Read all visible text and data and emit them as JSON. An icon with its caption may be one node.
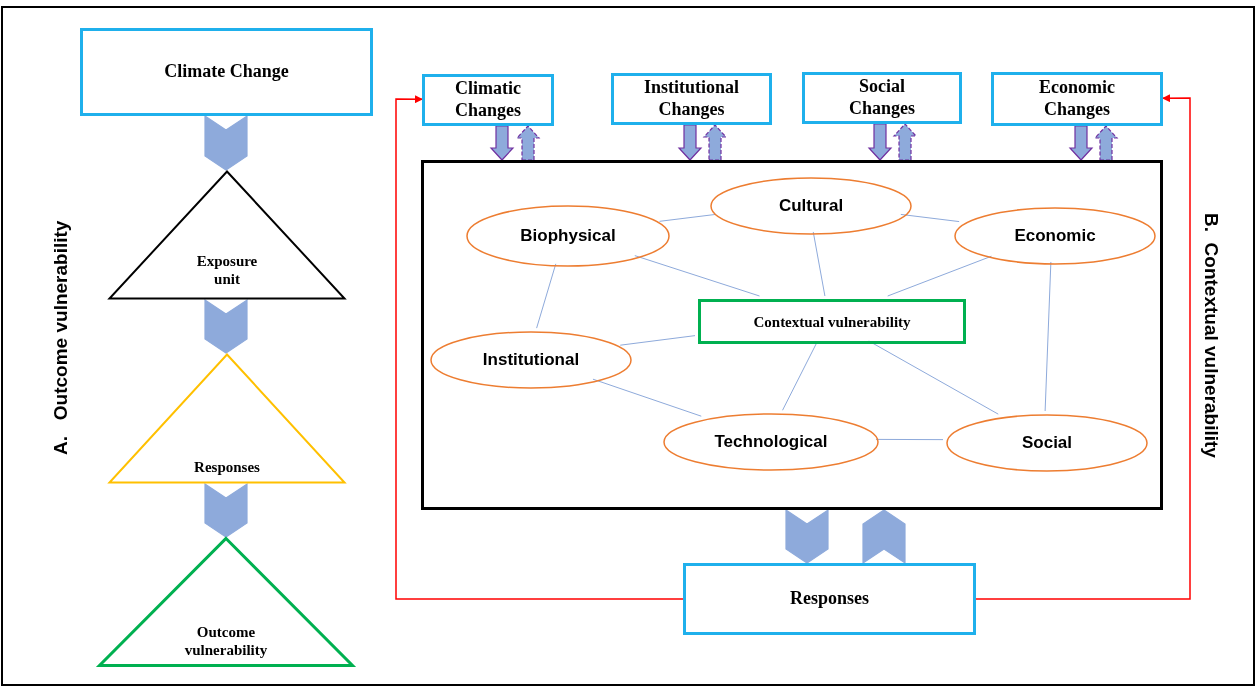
{
  "diagram": {
    "nodes": [
      {
        "text": [
          "Climate Change"
        ]
      },
      {
        "text": [
          "Exposure unit"
        ]
      },
      {
        "text": [
          "Responses"
        ]
      },
      {
        "text": [
          "Outcome vulnerability"
        ]
      },
      {
        "text": [
          "Climatic Changes"
        ]
      },
      {
        "text": [
          "Institutional Changes"
        ]
      },
      {
        "text": [
          "Social Changes"
        ]
      },
      {
        "text": [
          "Economic Changes"
        ]
      },
      {
        "text": [],
        "shape": "box"
      },
      {
        "text": [
          "Biophysical"
        ],
        "in": 8
      },
      {
        "text": [
          "Cultural"
        ],
        "in": 8
      },
      {
        "text": [
          "Economic"
        ],
        "in": 8
      },
      {
        "text": [
          "Contextual vulnerability"
        ],
        "in": 8
      },
      {
        "text": [
          "Institutional"
        ],
        "in": 8
      },
      {
        "text": [
          "Technological"
        ],
        "in": 8
      },
      {
        "text": [
          "Social"
        ],
        "in": 8
      },
      {
        "text": [
          "Responses"
        ]
      }
    ],
    "edges": [
      {
        "from": 0,
        "to": 1,
        "arrow": "to",
        "style": "thick"
      },
      {
        "from": 1,
        "to": 2,
        "arrow": "to",
        "style": "thick"
      },
      {
        "from": 2,
        "to": 3,
        "arrow": "to",
        "style": "thick"
      },
      {
        "from": 4,
        "to": 8,
        "arrow": "to",
        "style": "thick",
        "color": "#7030a0"
      },
      {
        "from": 8,
        "to": 4,
        "arrow": "to",
        "style": "dashed",
        "color": "#7030a0"
      },
      {
        "from": 5,
        "to": 8,
        "arrow": "to",
        "style": "thick",
        "color": "#7030a0"
      },
      {
        "from": 8,
        "to": 5,
        "arrow": "to",
        "style": "dashed",
        "color": "#7030a0"
      },
      {
        "from": 6,
        "to": 8,
        "arrow": "to",
        "style": "thick",
        "color": "#7030a0"
      },
      {
        "from": 8,
        "to": 6,
        "arrow": "to",
        "style": "dashed",
        "color": "#7030a0"
      },
      {
        "from": 7,
        "to": 8,
        "arrow": "to",
        "style": "thick",
        "color": "#7030a0"
      },
      {
        "from": 8,
        "to": 7,
        "arrow": "to",
        "style": "dashed",
        "color": "#7030a0"
      },
      {
        "from": 9,
        "to": 10,
        "arrow": "none"
      },
      {
        "from": 10,
        "to": 11,
        "arrow": "none"
      },
      {
        "from": 9,
        "to": 12,
        "arrow": "none"
      },
      {
        "from": 10,
        "to": 12,
        "arrow": "none"
      },
      {
        "from": 11,
        "to": 12,
        "arrow": "none"
      },
      {
        "from": 9,
        "to": 13,
        "arrow": "none"
      },
      {
        "from": 13,
        "to": 12,
        "arrow": "none"
      },
      {
        "from": 13,
        "to": 14,
        "arrow": "none"
      },
      {
        "from": 12,
        "to": 14,
        "arrow": "none"
      },
      {
        "from": 12,
        "to": 15,
        "arrow": "none"
      },
      {
        "from": 14,
        "to": 15,
        "arrow": "none"
      },
      {
        "from": 11,
        "to": 15,
        "arrow": "none"
      },
      {
        "from": 8,
        "to": 16,
        "arrow": "to",
        "style": "thick"
      },
      {
        "from": 16,
        "to": 8,
        "arrow": "to",
        "style": "thick"
      },
      {
        "from": 16,
        "to": 4,
        "arrow": "to",
        "color": "#ff0000"
      },
      {
        "from": 16,
        "to": 7,
        "arrow": "to",
        "color": "#ff0000"
      }
    ],
    "labels": [
      "A.   Outcome vulnerability",
      "B.  Contextual vulnerability"
    ]
  }
}
